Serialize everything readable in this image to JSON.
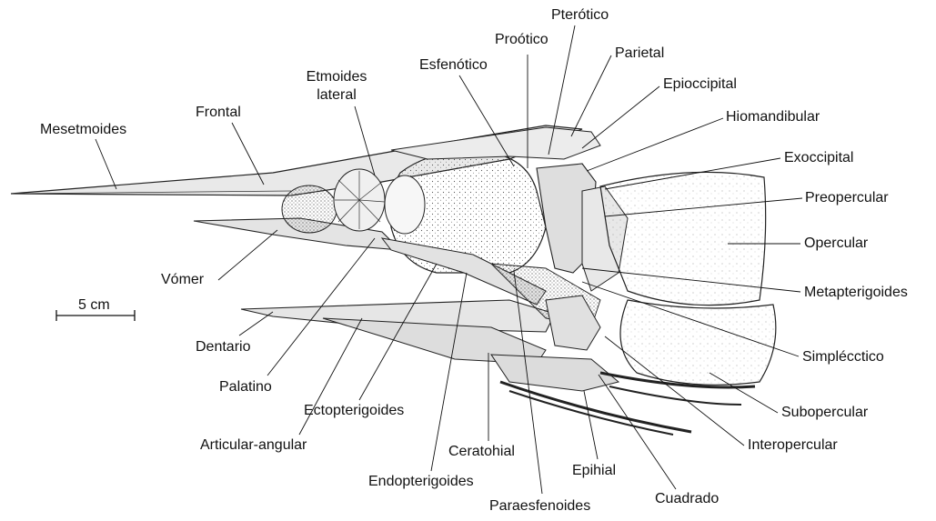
{
  "diagram": {
    "scale_bar_label": "5 cm",
    "labels": {
      "mesetmoides": "Mesetmoides",
      "frontal": "Frontal",
      "etmoides_lateral_1": "Etmoides",
      "etmoides_lateral_2": "lateral",
      "esfenotico": "Esfenótico",
      "prootico": "Proótico",
      "pterotico": "Pterótico",
      "parietal": "Parietal",
      "epioccipital": "Epioccipital",
      "hiomandibular": "Hiomandibular",
      "exoccipital": "Exoccipital",
      "preopercular": "Preopercular",
      "opercular": "Opercular",
      "metapterigoides": "Metapterigoides",
      "simplecctico": "Simplécctico",
      "subopercular": "Subopercular",
      "interopercular": "Interopercular",
      "cuadrado": "Cuadrado",
      "paraesfenoides": "Paraesfenoides",
      "epihial": "Epihial",
      "endopterigoides": "Endopterigoides",
      "ceratohial": "Ceratohial",
      "articular_angular": "Articular-angular",
      "ectopterigoides": "Ectopterigoides",
      "palatino": "Palatino",
      "dentario": "Dentario",
      "vomer": "Vómer"
    }
  }
}
